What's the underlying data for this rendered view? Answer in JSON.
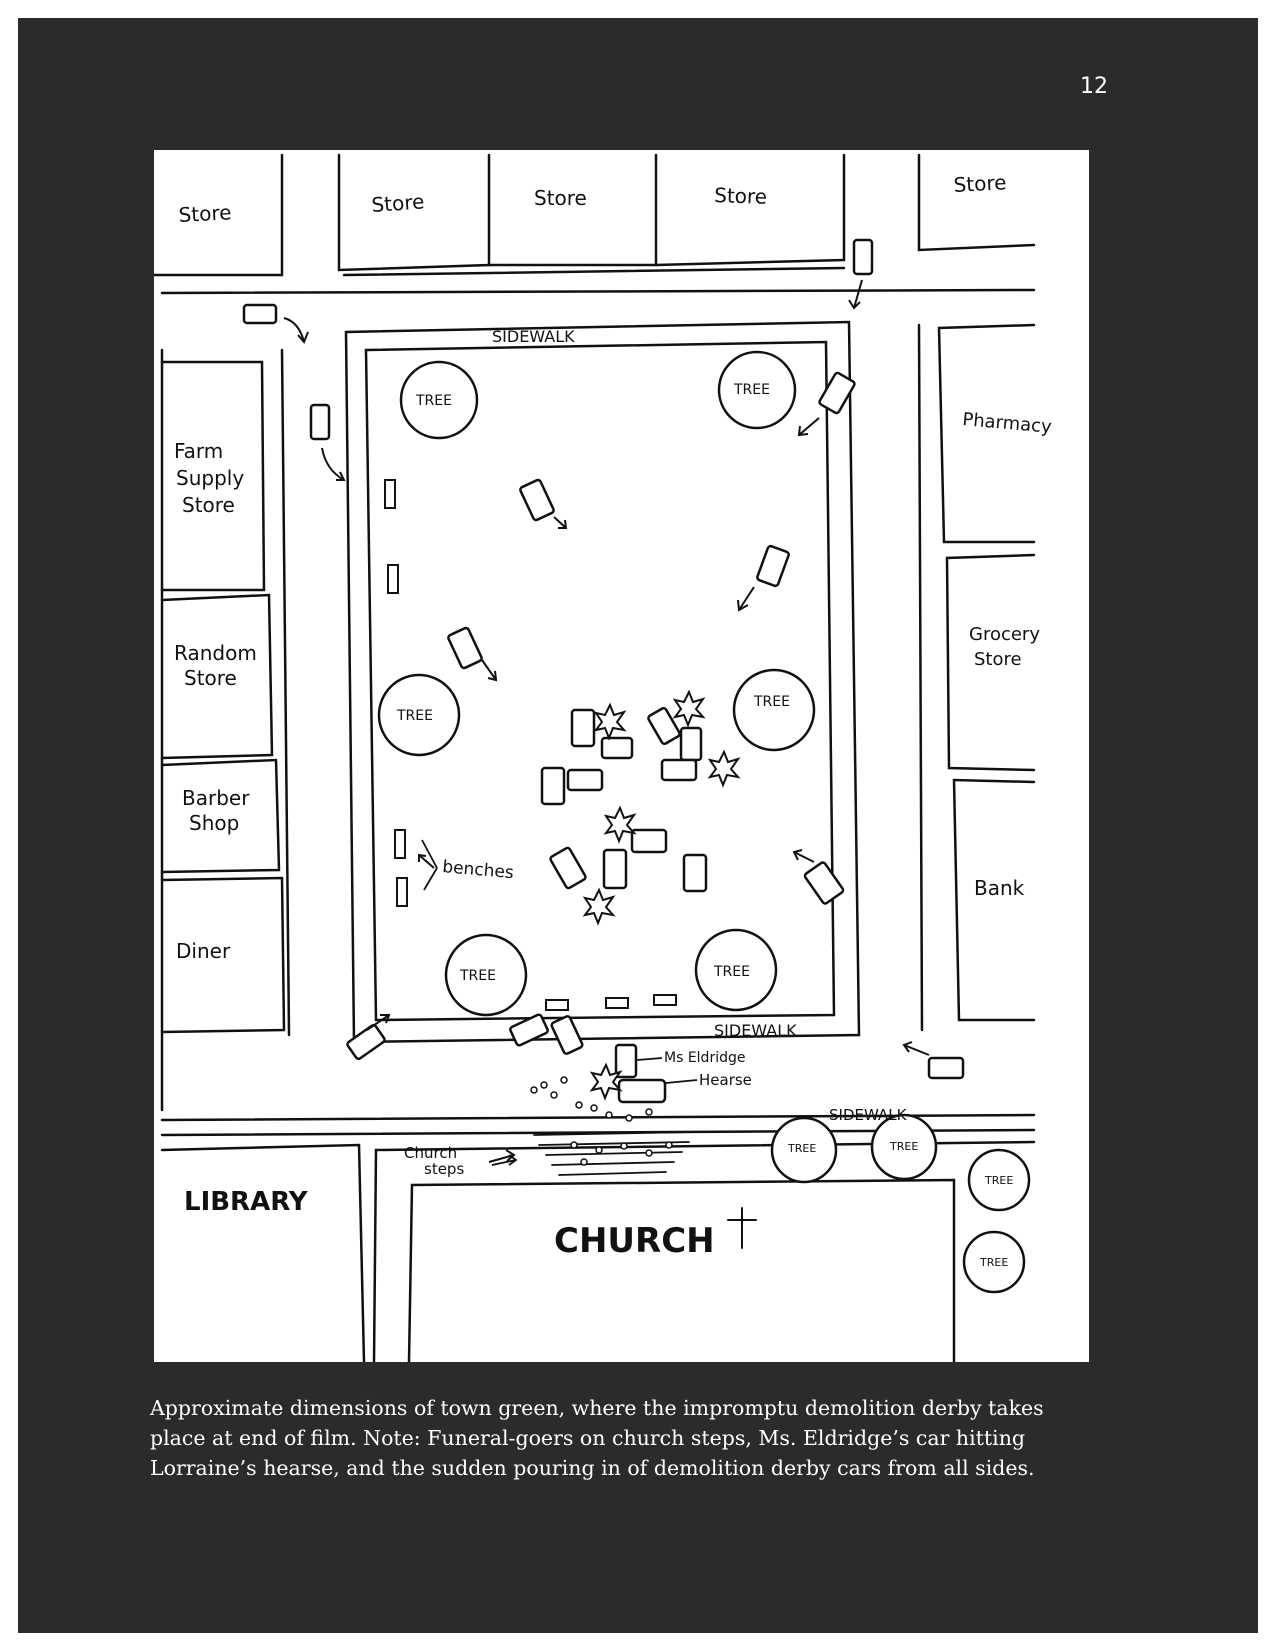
{
  "page_number": "12",
  "map": {
    "labels": {
      "store_1": "Store",
      "store_2": "Store",
      "store_3": "Store",
      "store_4": "Store",
      "store_5": "Store",
      "farm_supply_line1": "Farm",
      "farm_supply_line2": "Supply",
      "farm_supply_line3": "Store",
      "random_store_line1": "Random",
      "random_store_line2": "Store",
      "barber_line1": "Barber",
      "barber_line2": "Shop",
      "diner": "Diner",
      "library": "LIBRARY",
      "pharmacy": "Pharmacy",
      "grocery_line1": "Grocery",
      "grocery_line2": "Store",
      "bank": "Bank",
      "sidewalk_top": "SIDEWALK",
      "sidewalk_bottom": "SIDEWALK",
      "sidewalk_church": "SIDEWALK",
      "tree": "TREE",
      "benches": "benches",
      "ms_eldridge": "Ms Eldridge",
      "hearse": "Hearse",
      "church_steps_line1": "Church",
      "church_steps_line2": "steps",
      "church": "CHURCH"
    }
  },
  "caption": "Approximate dimensions of town green, where the impromptu demolition derby takes place at end of film. Note: Funeral-goers on church steps, Ms. Eldridge’s car hitting Lorraine’s hearse, and the sudden pouring in of demolition derby cars from all sides."
}
